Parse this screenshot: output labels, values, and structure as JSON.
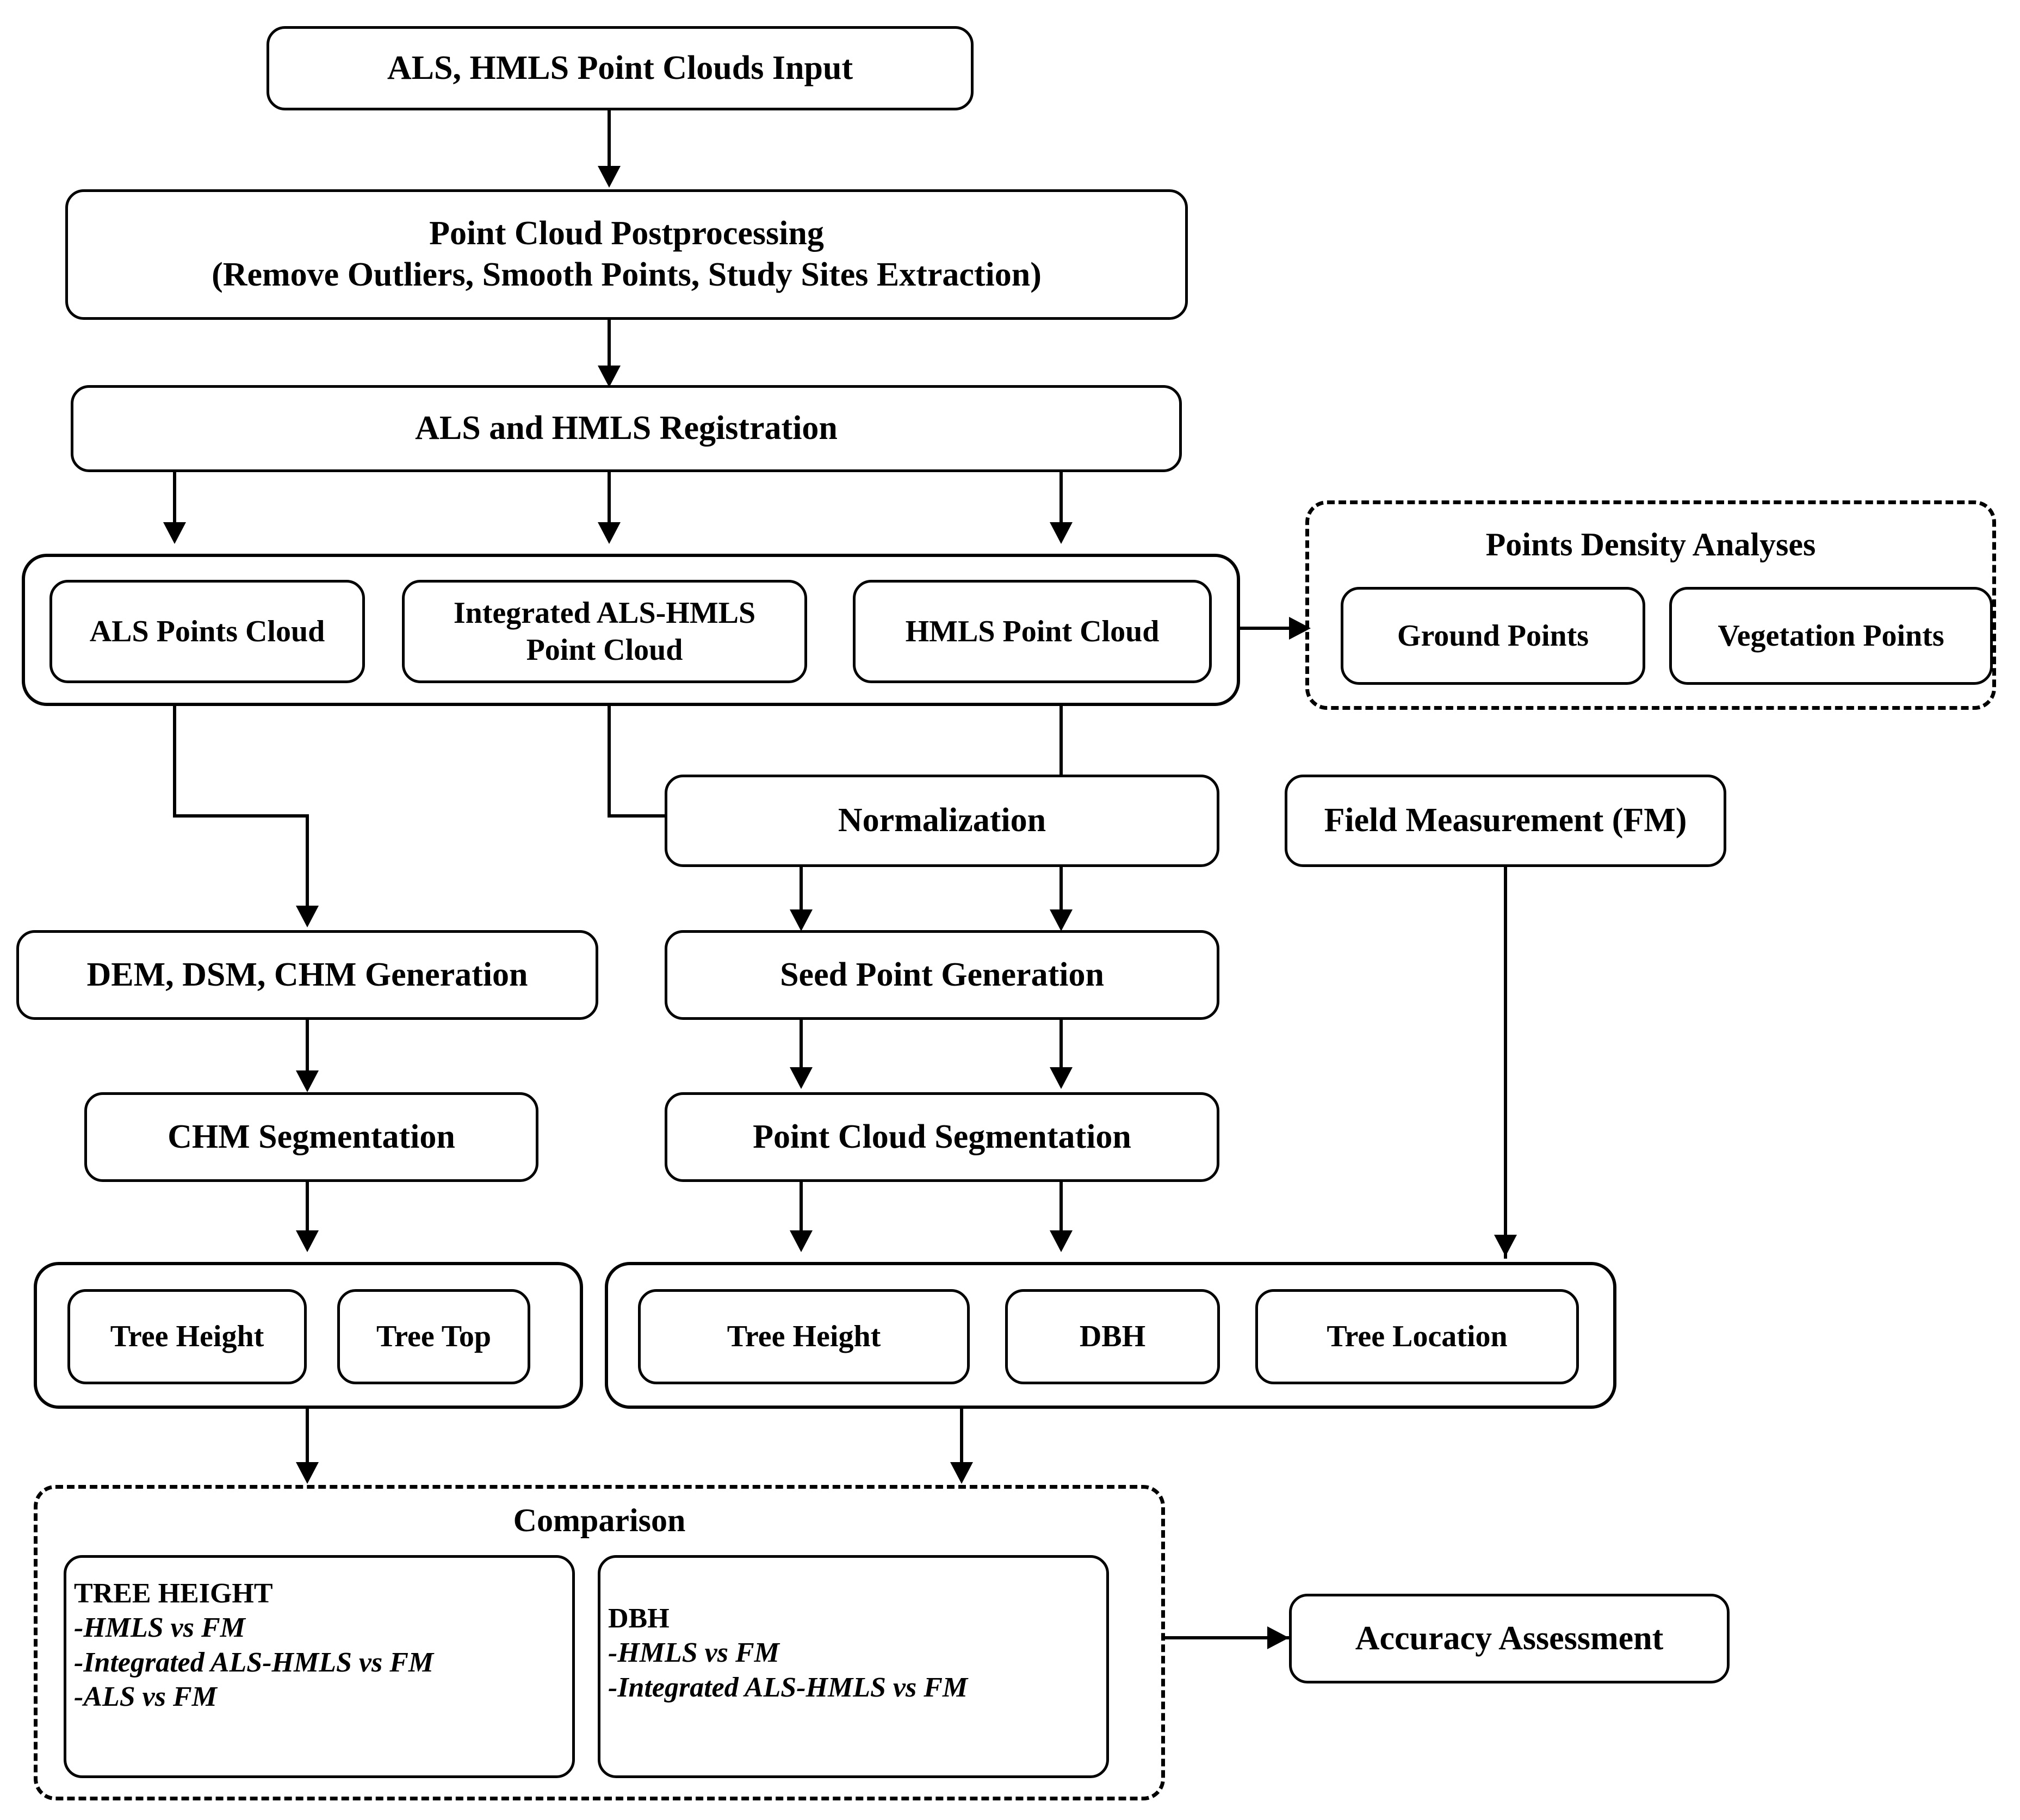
{
  "diagram": {
    "title_present": false,
    "colors": {
      "stroke": "#000000",
      "fill": "#ffffff",
      "text": "#000000"
    }
  },
  "nodes": {
    "input": {
      "label": "ALS, HMLS Point Clouds Input"
    },
    "postprocessing": {
      "line1": "Point Cloud Postprocessing",
      "line2": "(Remove Outliers, Smooth Points, Study Sites Extraction)"
    },
    "registration": {
      "label": "ALS and HMLS Registration"
    },
    "cloud_group": {
      "als": "ALS Points Cloud",
      "integrated_line1": "Integrated ALS-HMLS",
      "integrated_line2": "Point Cloud",
      "hmls": "HMLS Point Cloud"
    },
    "density": {
      "title": "Points Density Analyses",
      "ground": "Ground Points",
      "vegetation": "Vegetation Points"
    },
    "normalization": {
      "label": "Normalization"
    },
    "field_measurement": {
      "label": "Field Measurement (FM)"
    },
    "dem": {
      "label": "DEM, DSM, CHM Generation"
    },
    "seed": {
      "label": "Seed Point Generation"
    },
    "chm_seg": {
      "label": "CHM Segmentation"
    },
    "pc_seg": {
      "label": "Point Cloud Segmentation"
    },
    "left_outputs": {
      "tree_height": "Tree Height",
      "tree_top": "Tree Top"
    },
    "right_outputs": {
      "tree_height": "Tree Height",
      "dbh": "DBH",
      "tree_location": "Tree Location"
    },
    "comparison": {
      "title": "Comparison",
      "tree_height_panel": {
        "heading": "TREE HEIGHT",
        "items": [
          "-HMLS vs FM",
          "-Integrated ALS-HMLS vs FM",
          "-ALS vs FM"
        ]
      },
      "dbh_panel": {
        "heading": "DBH",
        "items": [
          "-HMLS vs FM",
          "-Integrated ALS-HMLS vs FM"
        ]
      }
    },
    "accuracy": {
      "label": "Accuracy Assessment"
    }
  }
}
